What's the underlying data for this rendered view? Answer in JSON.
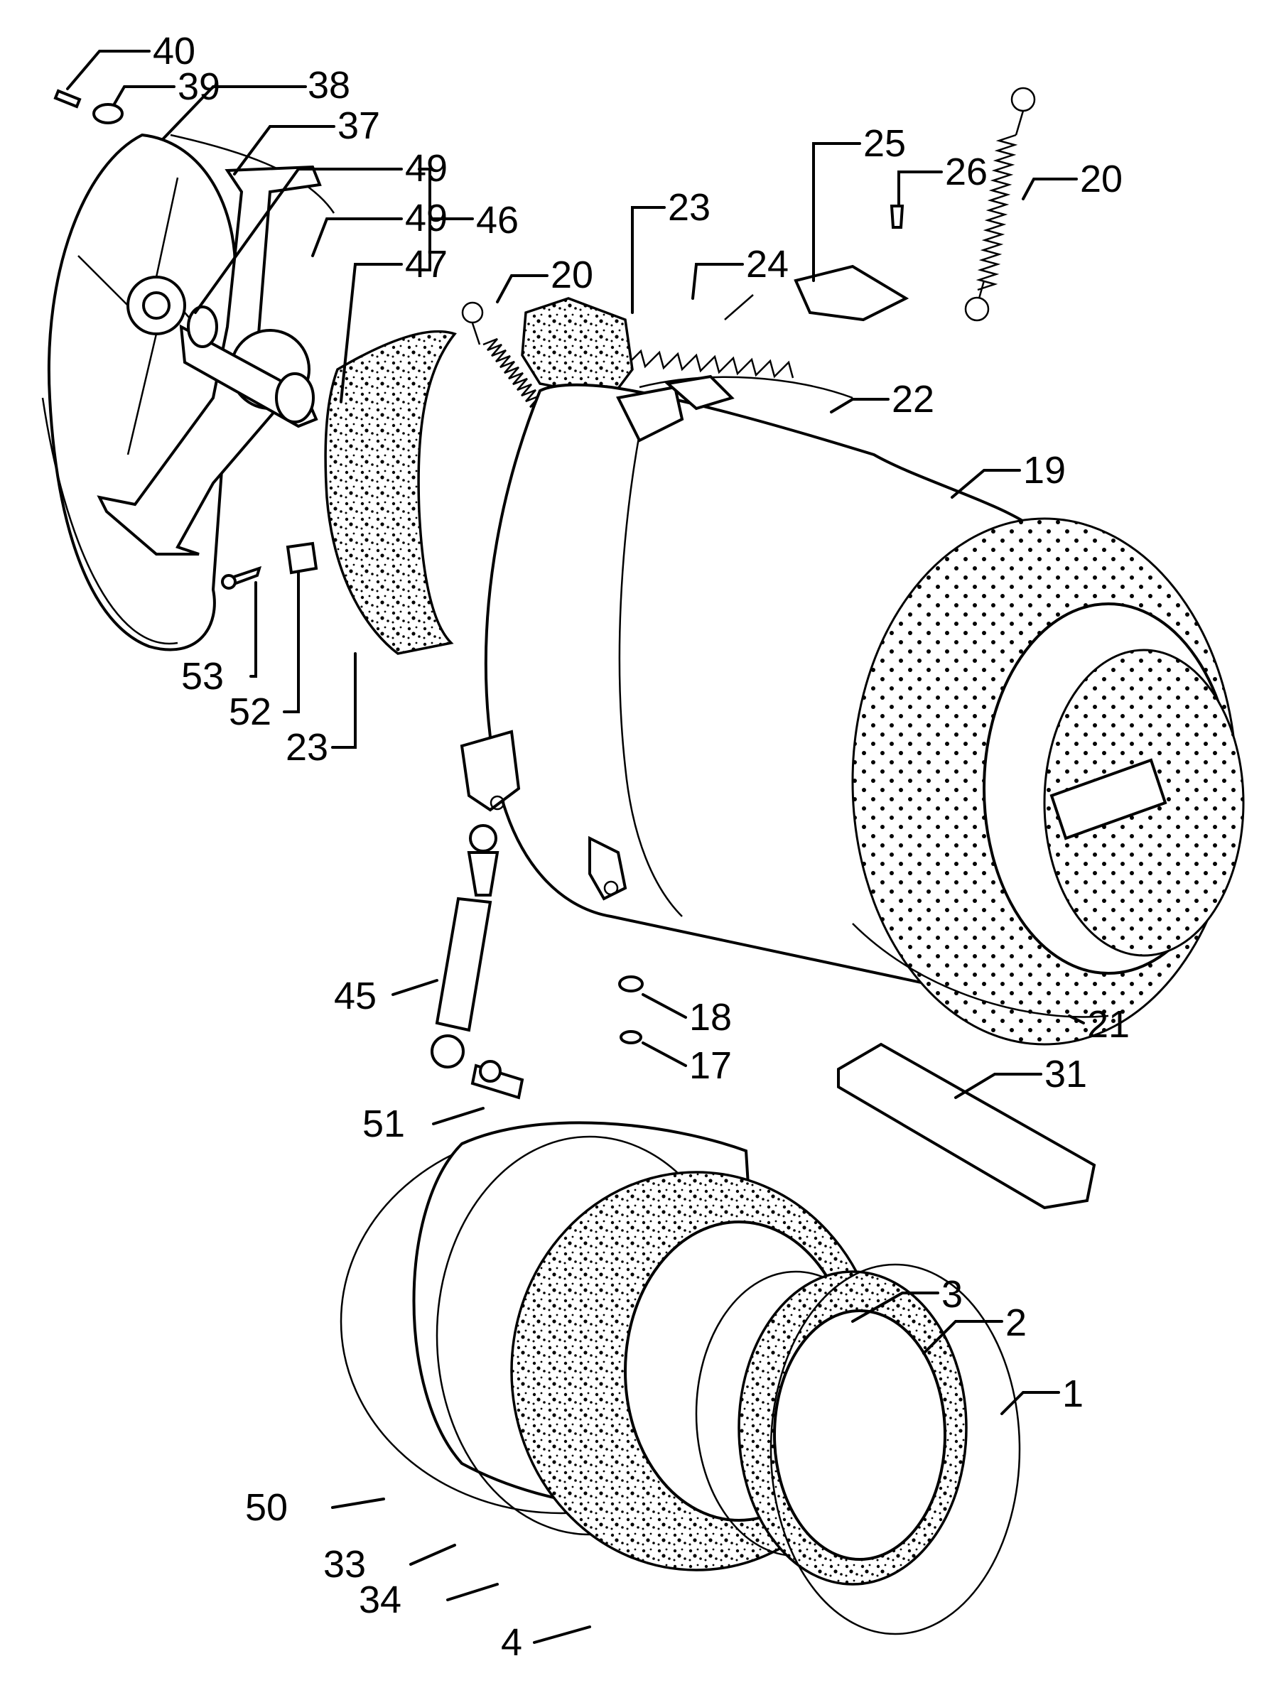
{
  "labels": [
    "40",
    "39",
    "38",
    "37",
    "49",
    "46",
    "49",
    "47",
    "20",
    "23",
    "24",
    "25",
    "26",
    "20",
    "22",
    "19",
    "53",
    "52",
    "23",
    "45",
    "18",
    "17",
    "21",
    "31",
    "51",
    "3",
    "2",
    "1",
    "50",
    "33",
    "34",
    "4"
  ]
}
